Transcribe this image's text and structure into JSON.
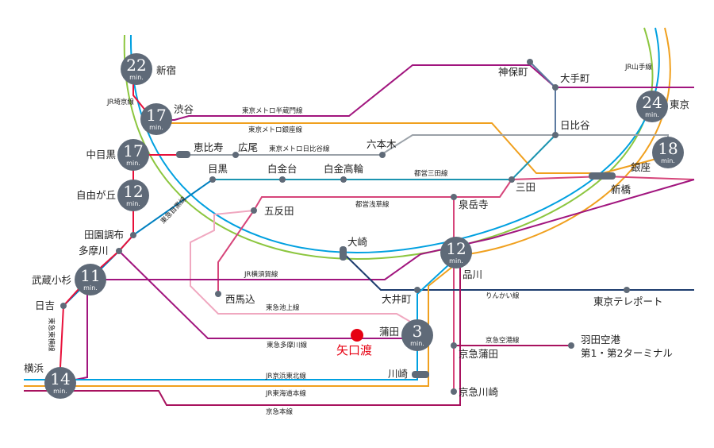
{
  "home": {
    "label": "矢口渡",
    "color": "#e60012"
  },
  "hubs": [
    {
      "id": "shinjuku",
      "minutes": "22",
      "unit": "min.",
      "station": "新宿"
    },
    {
      "id": "shibuya",
      "minutes": "17",
      "unit": "min.",
      "station": "渋谷"
    },
    {
      "id": "nakameguro",
      "minutes": "17",
      "unit": "min.",
      "station": "中目黒"
    },
    {
      "id": "jiyugaoka",
      "minutes": "12",
      "unit": "min.",
      "station": "自由が丘"
    },
    {
      "id": "musashikosugi",
      "minutes": "11",
      "unit": "min.",
      "station": "武蔵小杉"
    },
    {
      "id": "yokohama",
      "minutes": "14",
      "unit": "min.",
      "station": "横浜"
    },
    {
      "id": "shinagawa",
      "minutes": "12",
      "unit": "min.",
      "station": "品川"
    },
    {
      "id": "kamata",
      "minutes": "3",
      "unit": "min.",
      "station": "蒲田"
    },
    {
      "id": "tokyo",
      "minutes": "24",
      "unit": "min.",
      "station": "東京"
    },
    {
      "id": "ginza",
      "minutes": "18",
      "unit": "min.",
      "station": "銀座"
    }
  ],
  "stations": {
    "jimbocho": "神保町",
    "otemachi": "大手町",
    "hibiya": "日比谷",
    "roppongi": "六本木",
    "ebisu": "恵比寿",
    "hiroo": "広尾",
    "meguro": "目黒",
    "shirokanedai": "白金台",
    "shirokanetakanawa": "白金高輪",
    "mita": "三田",
    "shimbashi": "新橋",
    "sengakuji": "泉岳寺",
    "gotanda": "五反田",
    "osaki": "大崎",
    "denenchofu": "田園調布",
    "tamagawa": "多摩川",
    "hiyoshi": "日吉",
    "nishimagome": "西馬込",
    "oimachi": "大井町",
    "tokyo_teleport": "東京テレポート",
    "keikyu_kamata": "京急蒲田",
    "haneda": "羽田空港",
    "haneda_terminal": "第1・第2ターミナル",
    "kawasaki": "川崎",
    "keikyu_kawasaki": "京急川崎"
  },
  "lines": {
    "jr_yamanote": "JR山手線",
    "jr_saikyo": "JR埼京線",
    "hanzomon": "東京メトロ半蔵門線",
    "ginza": "東京メトロ銀座線",
    "hibiya": "東京メトロ日比谷線",
    "mita": "都営三田線",
    "asakusa": "都営浅草線",
    "meguro": "東急目黒線",
    "toyoko": "東急東横線",
    "jr_yokosuka": "JR横須賀線",
    "ikegami": "東急池上線",
    "tamagawa": "東急多摩川線",
    "rinkai": "りんかい線",
    "keikyu_airport": "京急空港線",
    "jr_keihin_tohoku": "JR京浜東北線",
    "jr_tokaido": "JR東海道本線",
    "keikyu": "京急本線"
  },
  "colors": {
    "hub": "#5f6a78",
    "hanzomon": "#a1157e",
    "yamanote": "#8cc63f",
    "keihin": "#00a0e0",
    "tokaido": "#f0a01e",
    "mita_line": "#1c94b0",
    "asakusa": "#d6457a",
    "hibiya": "#9aa1a8",
    "toyoko": "#e8103a",
    "ikegami": "#f0a8c0",
    "rinkai": "#1d3c6e",
    "meguro": "#0080c0",
    "keikyu": "#a8125e"
  }
}
